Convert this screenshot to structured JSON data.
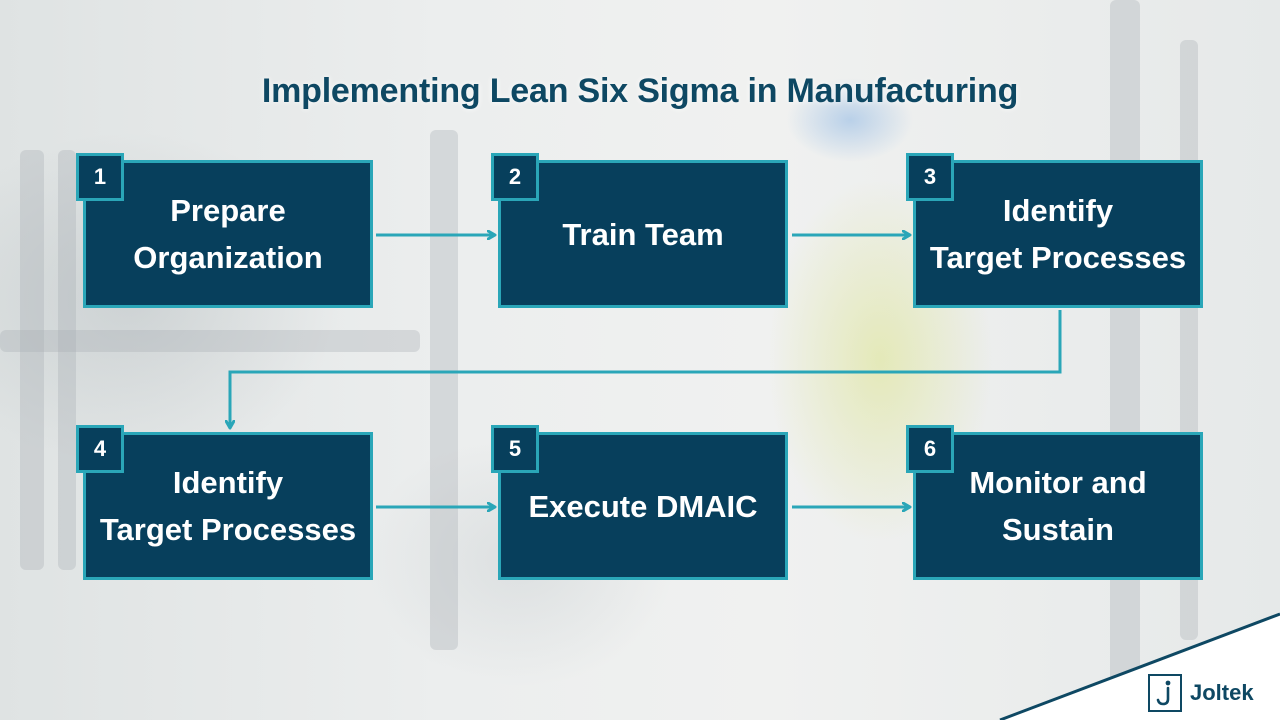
{
  "title": "Implementing Lean Six Sigma in Manufacturing",
  "steps": [
    {
      "number": "1",
      "label": "Prepare\nOrganization"
    },
    {
      "number": "2",
      "label": "Train Team"
    },
    {
      "number": "3",
      "label": "Identify\nTarget Processes"
    },
    {
      "number": "4",
      "label": "Identify\nTarget Processes"
    },
    {
      "number": "5",
      "label": "Execute DMAIC"
    },
    {
      "number": "6",
      "label": "Monitor and\nSustain"
    }
  ],
  "brand": {
    "name": "Joltek",
    "logo_icon": "j-letter-logo-icon"
  },
  "colors": {
    "title": "#0e4863",
    "box_fill": "#073f5c",
    "box_border": "#2aa6b8",
    "connector": "#2aa6b8",
    "text": "#ffffff"
  }
}
